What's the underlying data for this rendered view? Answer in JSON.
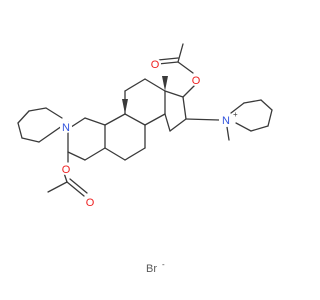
{
  "molecule": {
    "atom_labels": {
      "o_17": "O",
      "o_carbonyl_top": "O",
      "o_3": "O",
      "o_carbonyl_bottom": "O",
      "n_piperidine": "N",
      "n_piperidinium": "N",
      "n_piperidinium_charge": "+",
      "bromide": "Br",
      "bromide_charge": "-"
    },
    "colors": {
      "bond": "#3a3a3a",
      "oxygen": "#ee2222",
      "nitrogen": "#3355dd",
      "bromine": "#5a5a5a"
    }
  }
}
